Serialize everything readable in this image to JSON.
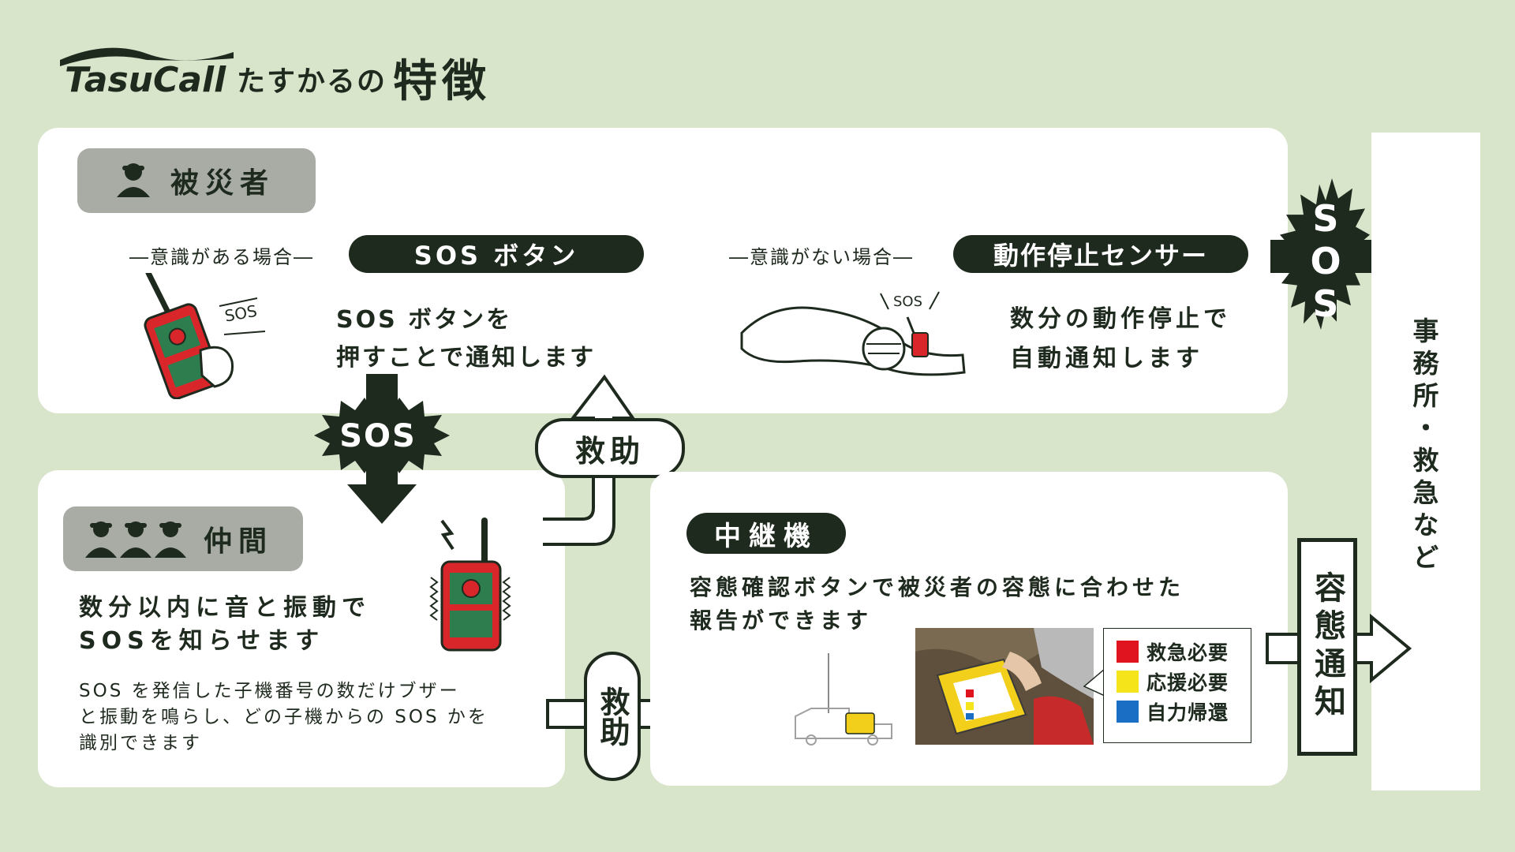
{
  "header": {
    "logo_text": "TasuCall",
    "subtitle": "たすかるの",
    "title": "特徴"
  },
  "victim": {
    "label": "被災者",
    "conscious": {
      "condition": "―意識がある場合―",
      "feature": "SOS ボタン",
      "desc_line1": "SOS ボタンを",
      "desc_line2": "押すことで通知します",
      "sos_mark": "SOS"
    },
    "unconscious": {
      "condition": "―意識がない場合―",
      "feature": "動作停止センサー",
      "desc_line1": "数分の動作停止で",
      "desc_line2": "自動通知します",
      "sos_mark": "SOS"
    }
  },
  "flow": {
    "sos_right": "SOS",
    "sos_down": "SOS",
    "rescue_up": "救助",
    "rescue_right": "救助",
    "condition_notice": "容態通知"
  },
  "office": {
    "label": "事務所・救急など"
  },
  "companion": {
    "label": "仲間",
    "headline_line1": "数分以内に音と振動で",
    "headline_line2": "SOSを知らせます",
    "detail_line1": "SOS を発信した子機番号の数だけブザー",
    "detail_line2": "と振動を鳴らし、どの子機からの SOS かを",
    "detail_line3": "識別できます"
  },
  "relay": {
    "label": "中継機",
    "desc_line1": "容態確認ボタンで被災者の容態に合わせた",
    "desc_line2": "報告ができます",
    "legend": [
      {
        "label": "救急必要",
        "color": "#e0141e"
      },
      {
        "label": "応援必要",
        "color": "#f5e41a"
      },
      {
        "label": "自力帰還",
        "color": "#1a6fc4"
      }
    ]
  },
  "colors": {
    "background": "#d9e5cb",
    "dark": "#1f2a1f",
    "device_red": "#d9262b",
    "device_green": "#2e7d4f"
  }
}
